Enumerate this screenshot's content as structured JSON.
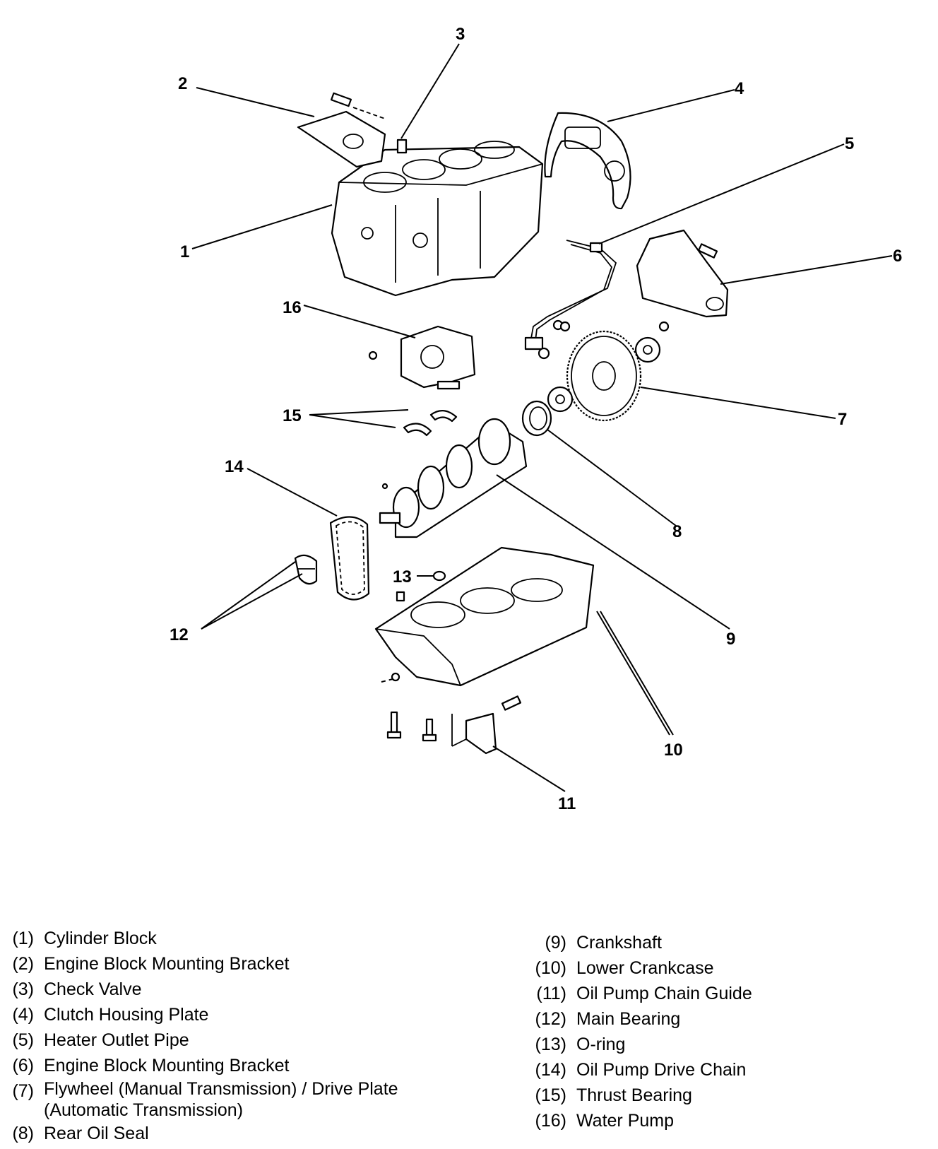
{
  "callouts": [
    "1",
    "2",
    "3",
    "4",
    "5",
    "6",
    "7",
    "8",
    "9",
    "10",
    "11",
    "12",
    "13",
    "14",
    "15",
    "16"
  ],
  "legend_left": [
    {
      "num": "(1)",
      "text": "Cylinder Block"
    },
    {
      "num": "(2)",
      "text": "Engine Block Mounting Bracket"
    },
    {
      "num": "(3)",
      "text": "Check Valve"
    },
    {
      "num": "(4)",
      "text": "Clutch Housing Plate"
    },
    {
      "num": "(5)",
      "text": "Heater Outlet Pipe"
    },
    {
      "num": "(6)",
      "text": "Engine Block Mounting Bracket"
    },
    {
      "num": "(7)",
      "text": "Flywheel (Manual Transmission) / Drive Plate (Automatic Transmission)"
    },
    {
      "num": "(8)",
      "text": "Rear Oil Seal"
    }
  ],
  "legend_right": [
    {
      "num": "(9)",
      "text": "Crankshaft"
    },
    {
      "num": "(10)",
      "text": "Lower Crankcase"
    },
    {
      "num": "(11)",
      "text": "Oil Pump Chain Guide"
    },
    {
      "num": "(12)",
      "text": "Main Bearing"
    },
    {
      "num": "(13)",
      "text": "O-ring"
    },
    {
      "num": "(14)",
      "text": "Oil Pump Drive Chain"
    },
    {
      "num": "(15)",
      "text": "Thrust Bearing"
    },
    {
      "num": "(16)",
      "text": "Water Pump"
    }
  ]
}
